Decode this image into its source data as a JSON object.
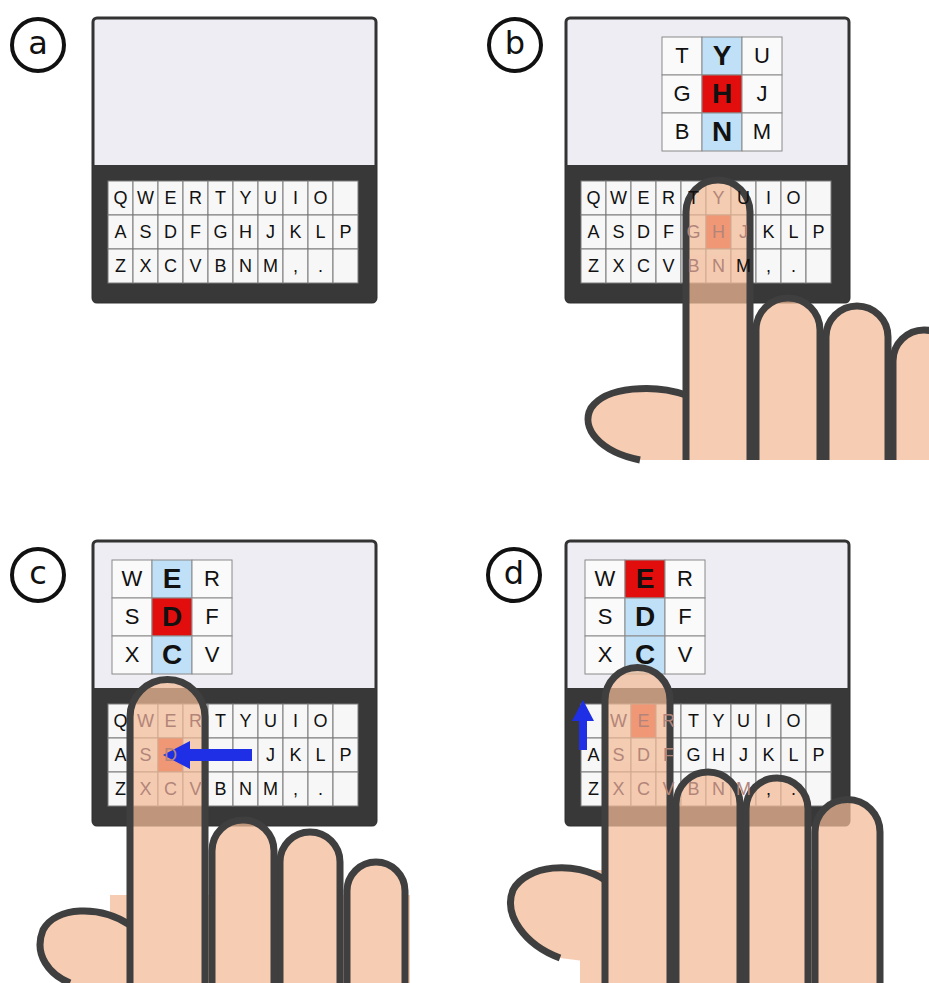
{
  "diagram": {
    "nodes": [
      {
        "text": [
          "a"
        ]
      },
      {
        "text": [
          "b"
        ]
      },
      {
        "text": [
          "c"
        ]
      },
      {
        "text": [
          "d"
        ]
      }
    ],
    "labels": [
      "Q",
      "W",
      "E",
      "R",
      "T",
      "Y",
      "U",
      "I",
      "O",
      "A",
      "S",
      "D",
      "F",
      "G",
      "H",
      "J",
      "K",
      "L",
      "P",
      "Z",
      "X",
      "C",
      "V",
      "B",
      "N",
      "M",
      ",",
      ".",
      "T",
      "Y",
      "U",
      "G",
      "H",
      "J",
      "B",
      "N",
      "M",
      "Q",
      "W",
      "E",
      "R",
      "T",
      "Y",
      "U",
      "I",
      "O",
      "A",
      "S",
      "D",
      "F",
      "G",
      "H",
      "J",
      "K",
      "L",
      "P",
      "Z",
      "X",
      "C",
      "V",
      "B",
      "N",
      "M",
      ",",
      ".",
      "W",
      "E",
      "R",
      "S",
      "D",
      "F",
      "X",
      "C",
      "V",
      "Q",
      "W",
      "E",
      "R",
      "T",
      "Y",
      "U",
      "I",
      "O",
      "A",
      "S",
      "D",
      "J",
      "K",
      "L",
      "P",
      "Z",
      "X",
      "C",
      "V",
      "B",
      "N",
      "M",
      ",",
      ".",
      "W",
      "E",
      "R",
      "S",
      "D",
      "F",
      "X",
      "C",
      "V",
      "W",
      "E",
      "R",
      "T",
      "Y",
      "U",
      "I",
      "O",
      "A",
      "S",
      "D",
      "F",
      "G",
      "H",
      "J",
      "K",
      "L",
      "P",
      "Z",
      "X",
      "C",
      "V",
      "B",
      "N",
      "M",
      ",",
      "."
    ]
  }
}
